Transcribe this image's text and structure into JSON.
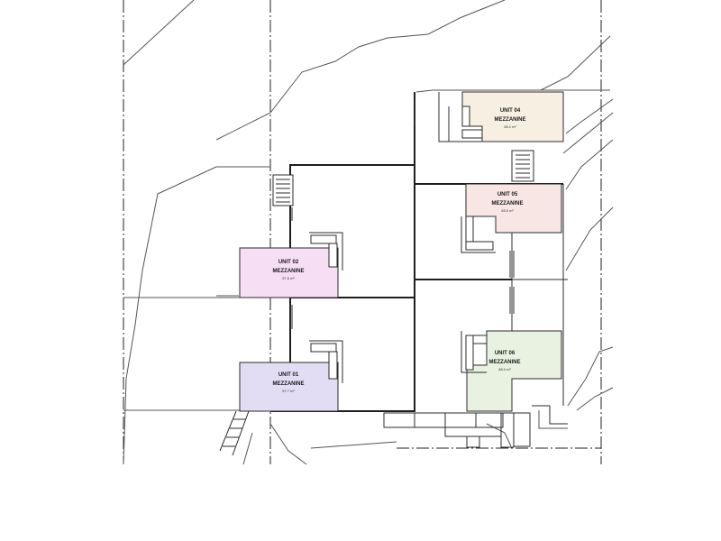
{
  "units": [
    {
      "id": "unit-01",
      "name": "UNIT 01",
      "sub": "MEZZANINE",
      "area": "57.7 m²",
      "color": "#e3dcf5"
    },
    {
      "id": "unit-02",
      "name": "UNIT 02",
      "sub": "MEZZANINE",
      "area": "57.6 m²",
      "color": "#f6def5"
    },
    {
      "id": "unit-04",
      "name": "UNIT 04",
      "sub": "MEZZANINE",
      "area": "58.1 m²",
      "color": "#f7f0e2"
    },
    {
      "id": "unit-05",
      "name": "UNIT 05",
      "sub": "MEZZANINE",
      "area": "58.0 m²",
      "color": "#f7e6e4"
    },
    {
      "id": "unit-06",
      "name": "UNIT 06",
      "sub": "MEZZANINE",
      "area": "88.0 m²",
      "color": "#e9f2e1"
    }
  ]
}
